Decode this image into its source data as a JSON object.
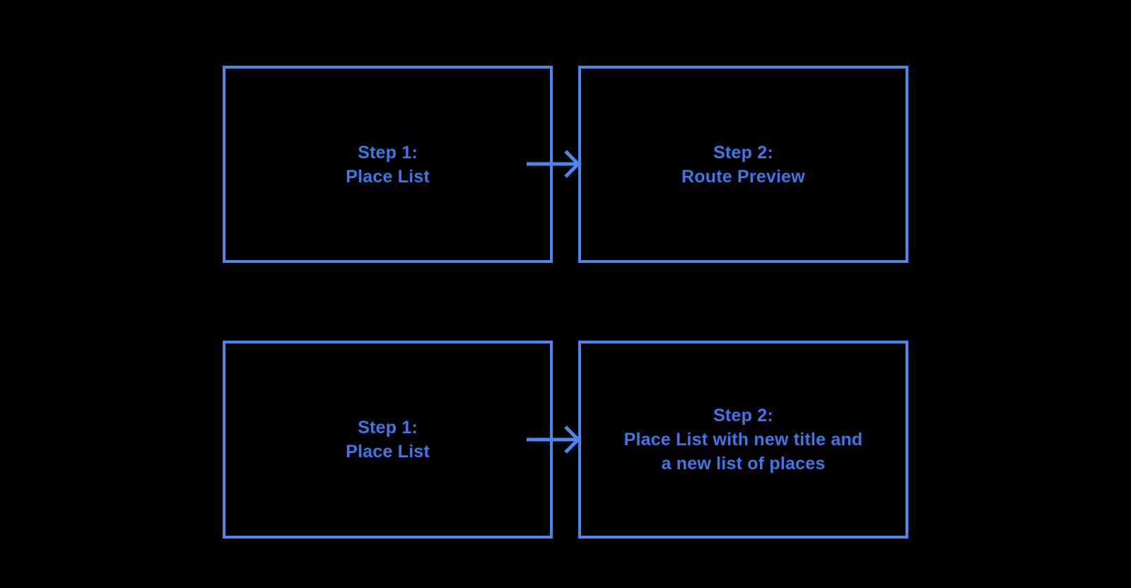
{
  "colors": {
    "background": "#000000",
    "shape-border": "#4c87f0",
    "shape-text": "#3c78e8",
    "arrow": "#4c87f0"
  },
  "boxes": [
    {
      "lines": [
        "Step 1:",
        "Place List"
      ]
    },
    {
      "lines": [
        "Step 2:",
        "Route Preview"
      ]
    },
    {
      "lines": [
        "Step 1:",
        "Place List"
      ]
    },
    {
      "lines": [
        "Step 2:",
        "Place List with new title and",
        "a new list of places"
      ]
    }
  ]
}
